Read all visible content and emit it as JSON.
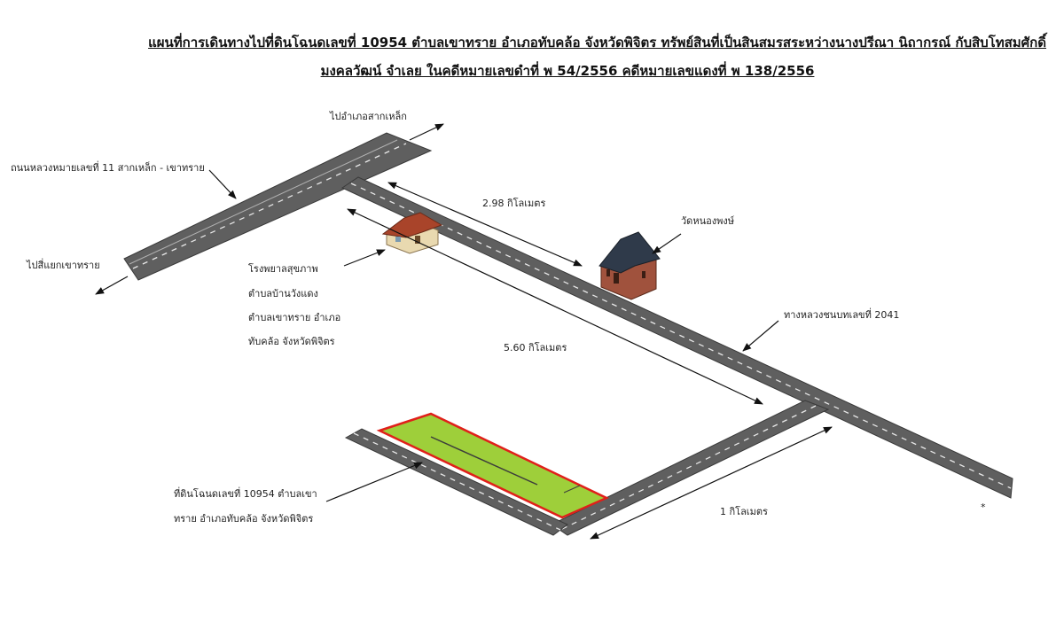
{
  "title": {
    "line1": "แผนที่การเดินทางไปที่ดินโฉนดเลขที่ 10954 ตำบลเขาทราย อำเภอทับคล้อ จังหวัดพิจิตร ทรัพย์สินที่เป็นสินสมรสระหว่างนางปรีณา นิถากรณ์ กับสิบโทสมศักดิ์",
    "line2": "มงคลวัฒน์ จำเลย ในคดีหมายเลขดำที่ พ 54/2556 คดีหมายเลขแดงที่ พ 138/2556"
  },
  "labels": {
    "to_sak_lek": "ไปอำเภอสากเหล็ก",
    "highway_11": "ถนนหลวงหมายเลขที่ 11 สากเหล็ก - เขาทราย",
    "to_khao_sai_junction": "ไปสี่แยกเขาทราย",
    "hospital_line1": "โรงพยาลสุขภาพ",
    "hospital_line2": "ตำบลบ้านวังแดง",
    "hospital_line3": "ตำบลเขาทราย อำเภอ",
    "hospital_line4": "ทับคล้อ จังหวัดพิจิตร",
    "dist_298": "2.98 กิโลเมตร",
    "temple": "วัดหนองพงษ์",
    "highway_2041": "ทางหลวงชนบทเลขที่ 2041",
    "dist_560": "5.60 กิโลเมตร",
    "land_line1": "ที่ดินโฉนดเลขที่ 10954 ตำบลเขา",
    "land_line2": "ทราย อำเภอทับคล้อ จังหวัดพิจิตร",
    "dist_1": "1  กิโลเมตร",
    "dot": "*"
  },
  "colors": {
    "road": "#5f5f5f",
    "road_edge": "#3a3a3a",
    "lane": "#e8e8e8",
    "land": "#9ecf3a",
    "land_border": "#e0201a",
    "temple_wall": "#a0523d",
    "temple_roof": "#2f3a4a",
    "house_wall": "#e9d9b0",
    "house_roof": "#a9442a"
  }
}
